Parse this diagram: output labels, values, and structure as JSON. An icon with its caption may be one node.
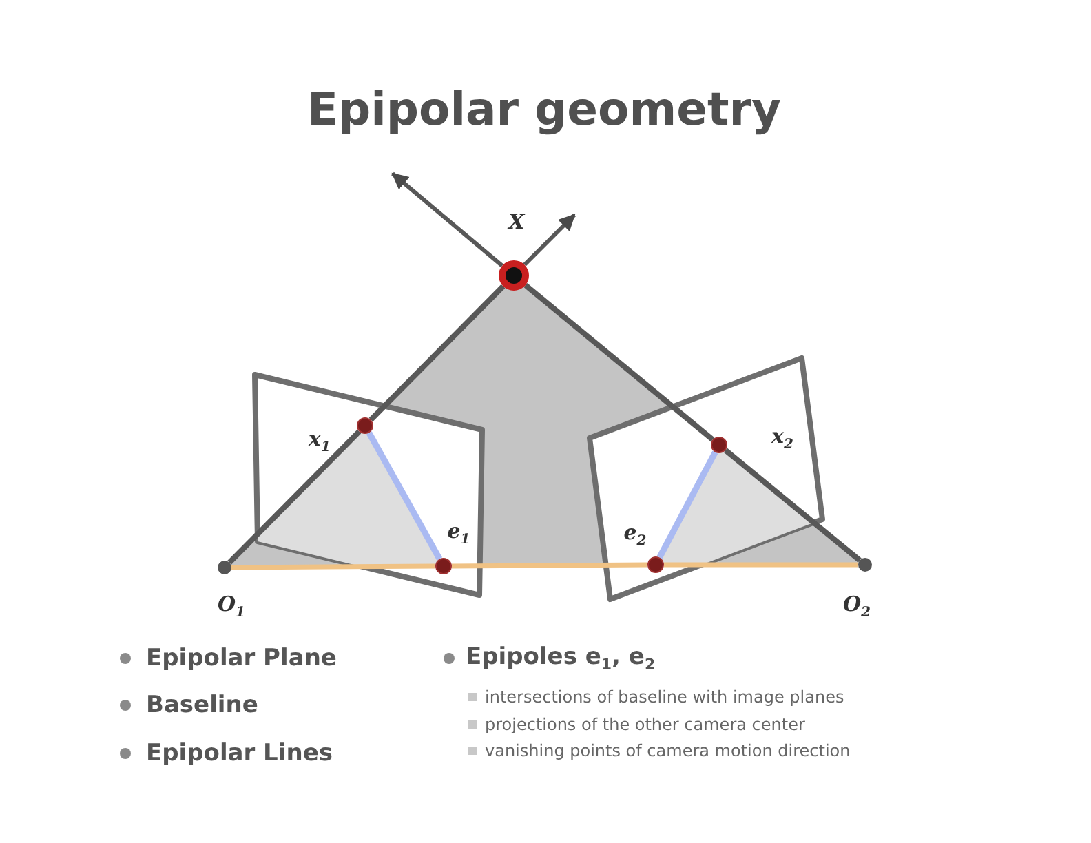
{
  "diagram": {
    "title": "Epipolar geometry",
    "nodes": [
      {
        "text": [],
        "shape": "circle",
        "beside": [
          "X"
        ]
      },
      {
        "text": [],
        "shape": "circle",
        "beside": [
          "x$_{1}$"
        ]
      },
      {
        "text": [],
        "shape": "circle",
        "beside": [
          "x$_{2}$"
        ]
      },
      {
        "text": [],
        "shape": "circle",
        "beside": [
          "e$_{1}$"
        ]
      },
      {
        "text": [],
        "shape": "circle",
        "beside": [
          "e$_{2}$"
        ]
      },
      {
        "text": [],
        "shape": "circle",
        "beside": [
          "O$_{1}$"
        ]
      },
      {
        "text": [],
        "shape": "circle",
        "beside": [
          "O$_{2}$"
        ]
      }
    ],
    "edges": [
      {
        "from": 5,
        "to": 1,
        "arrow": "none"
      },
      {
        "from": 1,
        "to": 0,
        "arrow": "none"
      },
      {
        "from": 0,
        "to": null,
        "arrow": "to"
      },
      {
        "from": 6,
        "to": 2,
        "arrow": "none"
      },
      {
        "from": 2,
        "to": 0,
        "arrow": "none"
      },
      {
        "from": 0,
        "to": null,
        "arrow": "to"
      },
      {
        "from": 5,
        "to": 3,
        "arrow": "none",
        "color": "#f0c284"
      },
      {
        "from": 3,
        "to": 4,
        "arrow": "none",
        "color": "#f0c284"
      },
      {
        "from": 4,
        "to": 6,
        "arrow": "none",
        "color": "#f0c284"
      },
      {
        "from": 1,
        "to": 3,
        "arrow": "none",
        "color": "#aabaf2"
      },
      {
        "from": 2,
        "to": 4,
        "arrow": "none",
        "color": "#aabaf2"
      }
    ],
    "labels": [
      "Epipolar Plane",
      "Epipoles e$_{1}$, e$_{2}$",
      "Baseline",
      "intersections of baseline with image planes",
      "projections of the other camera center",
      "Epipolar Lines",
      "vanishing points of camera motion direction"
    ]
  }
}
